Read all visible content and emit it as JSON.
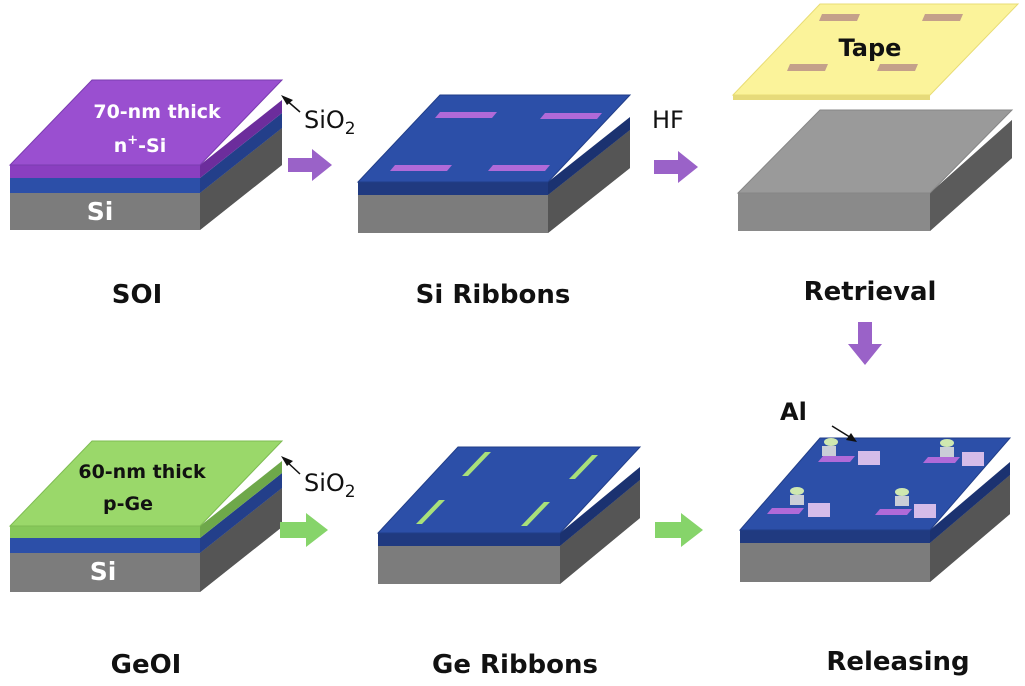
{
  "captions": {
    "soi": "SOI",
    "si_ribbons": "Si Ribbons",
    "retrieval": "Retrieval",
    "geoi": "GeOI",
    "ge_ribbons": "Ge Ribbons",
    "releasing": "Releasing"
  },
  "soi_block": {
    "top_line1": "70-nm thick",
    "top_line2_main": "n",
    "top_line2_sup": "+",
    "top_line2_rest": "-Si",
    "base": "Si"
  },
  "geoi_block": {
    "top_line1": "60-nm thick",
    "top_line2": "p-Ge",
    "base": "Si"
  },
  "labels": {
    "sio2_main": "SiO",
    "sio2_sub": "2",
    "hf": "HF",
    "tape": "Tape",
    "al": "Al"
  },
  "colors": {
    "purple_layer": "#9a4fd0",
    "green_layer": "#9ad86a",
    "oxide_blue": "#2c4fa8",
    "si_gray": "#6f6f6f",
    "tape_yellow": "#fbf39a",
    "arrow_purple": "#9a62c8",
    "arrow_green": "#86d46a"
  }
}
